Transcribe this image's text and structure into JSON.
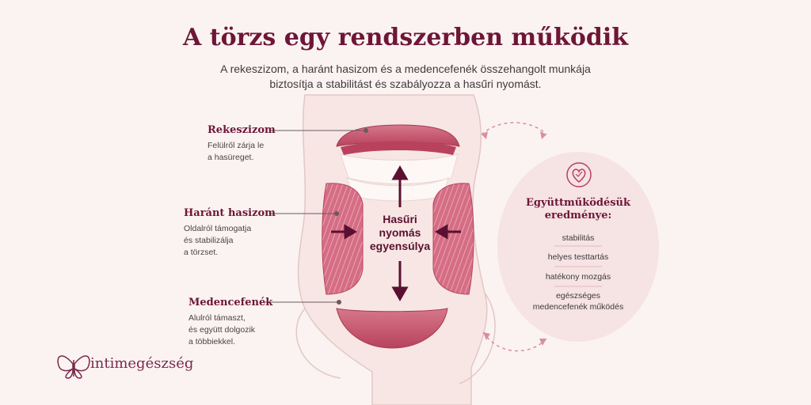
{
  "title": "A törzs egy rendszerben működik",
  "subtitle": "A rekeszizom, a haránt hasizom és a medencefenék összehangolt munkája biztosítja a stabilitást és szabályozza a hasűri nyomást.",
  "labels": {
    "diaphragm": {
      "title": "Rekeszizom",
      "desc": [
        "Felülről zárja le",
        "a hasüreget."
      ]
    },
    "transverse": {
      "title": "Haránt hasizom",
      "desc": [
        "Oldalról támogatja",
        "és stabilizálja",
        "a törzset."
      ]
    },
    "pelvic": {
      "title": "Medencefenék",
      "desc": [
        "Alulról támaszt,",
        "és együtt dolgozik",
        "a többiekkel."
      ]
    }
  },
  "center_text": [
    "Hasűri",
    "nyomás",
    "egyensúlya"
  ],
  "result": {
    "title": [
      "Együttműködésük",
      "eredménye:"
    ],
    "items": [
      "stabilitás",
      "helyes testtartás",
      "hatékony mozgás",
      "egészséges medencefenék működés"
    ],
    "icon": "heart-check-icon"
  },
  "brand": "intimegészség",
  "colors": {
    "accent": "#6e1638",
    "muscle": "#c9576f",
    "background": "#fbf3f1",
    "circle": "#f6e3e3"
  }
}
